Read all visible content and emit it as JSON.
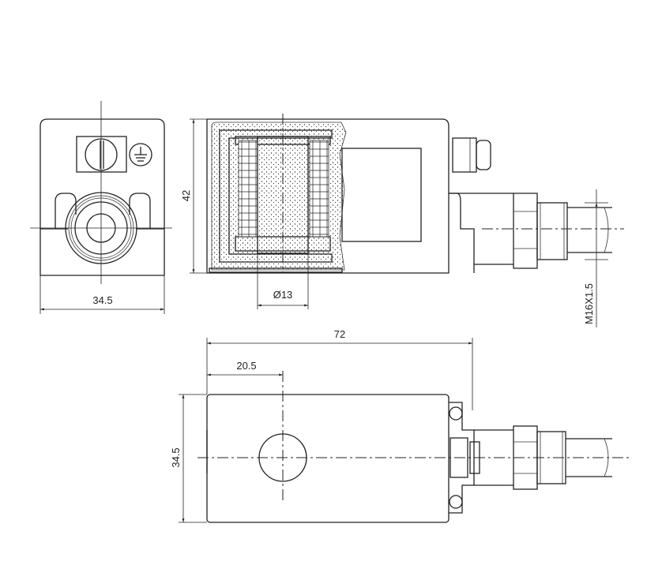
{
  "drawing": {
    "front_view": {
      "width_label": "34.5"
    },
    "side_view": {
      "height_label": "42",
      "bore_label": "Ø13",
      "thread_label": "M16X1.5"
    },
    "top_view": {
      "length_label": "72",
      "offset_label": "20.5",
      "width_label": "34.5"
    }
  }
}
